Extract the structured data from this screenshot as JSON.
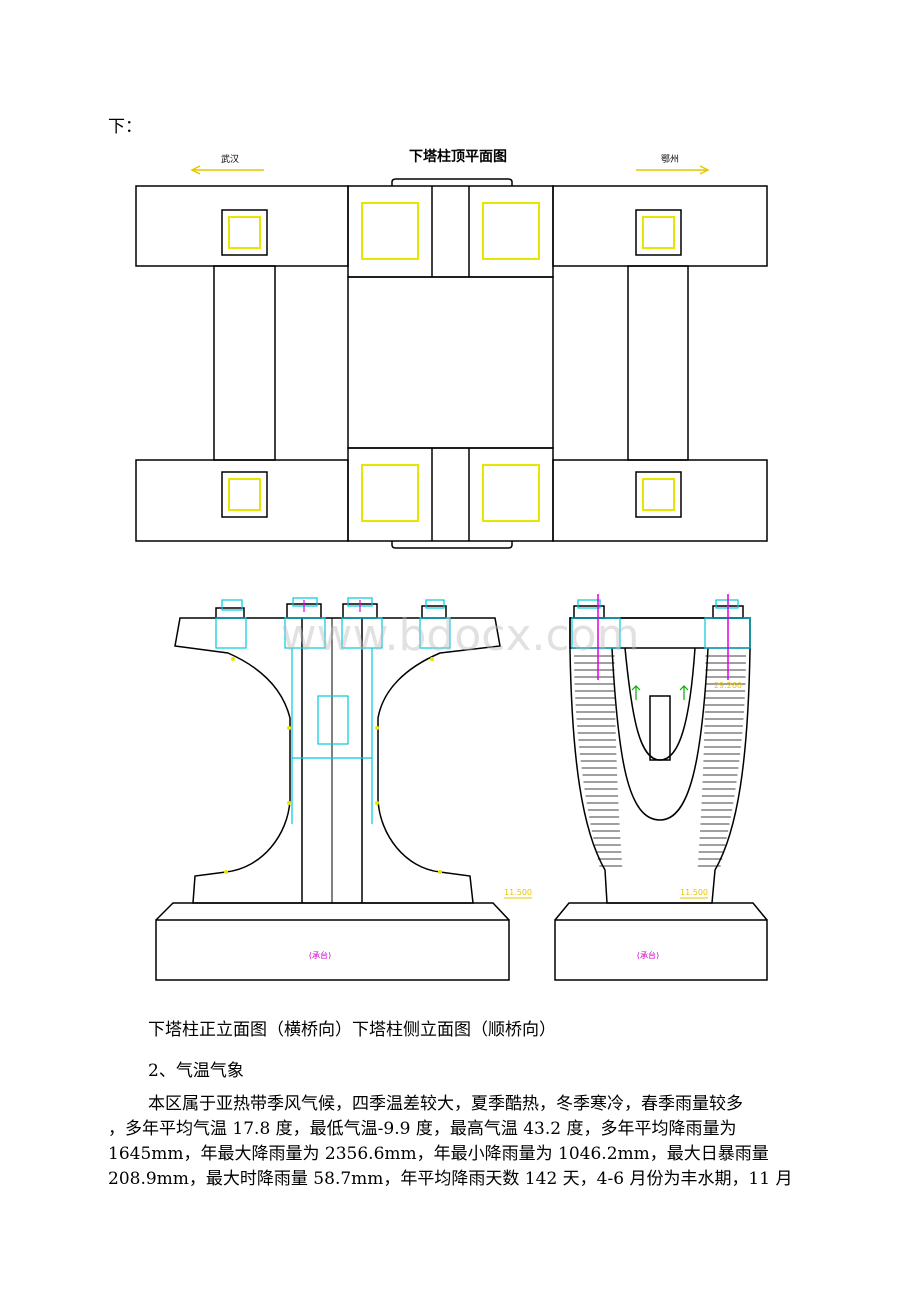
{
  "intro": "下：",
  "plan_drawing": {
    "title": "下塔柱顶平面图",
    "left_arrow_label": "武汉",
    "right_arrow_label": "鄂州"
  },
  "elevation_drawing": {
    "front_level_label": "11.500",
    "side_level_label": "11.500",
    "side_top_level_label": "29.260",
    "front_base_label": "(承台)",
    "side_base_label": "(承台)"
  },
  "watermark": "www.bdocx.com",
  "caption": "下塔柱正立面图（横桥向）下塔柱侧立面图（顺桥向）",
  "section_heading": "2、气温气象",
  "paragraph_lines": [
    "本区属于亚热带季风气候，四季温差较大，夏季酷热，冬季寒冷，春季雨量较多",
    "，多年平均气温 17.8 度，最低气温-9.9 度，最高气温 43.2 度，多年平均降雨量为",
    "1645mm，年最大降雨量为 2356.6mm，年最小降雨量为 1046.2mm，最大日暴雨量",
    "208.9mm，最大时降雨量 58.7mm，年平均降雨天数 142 天，4-6 月份为丰水期，11 月"
  ]
}
